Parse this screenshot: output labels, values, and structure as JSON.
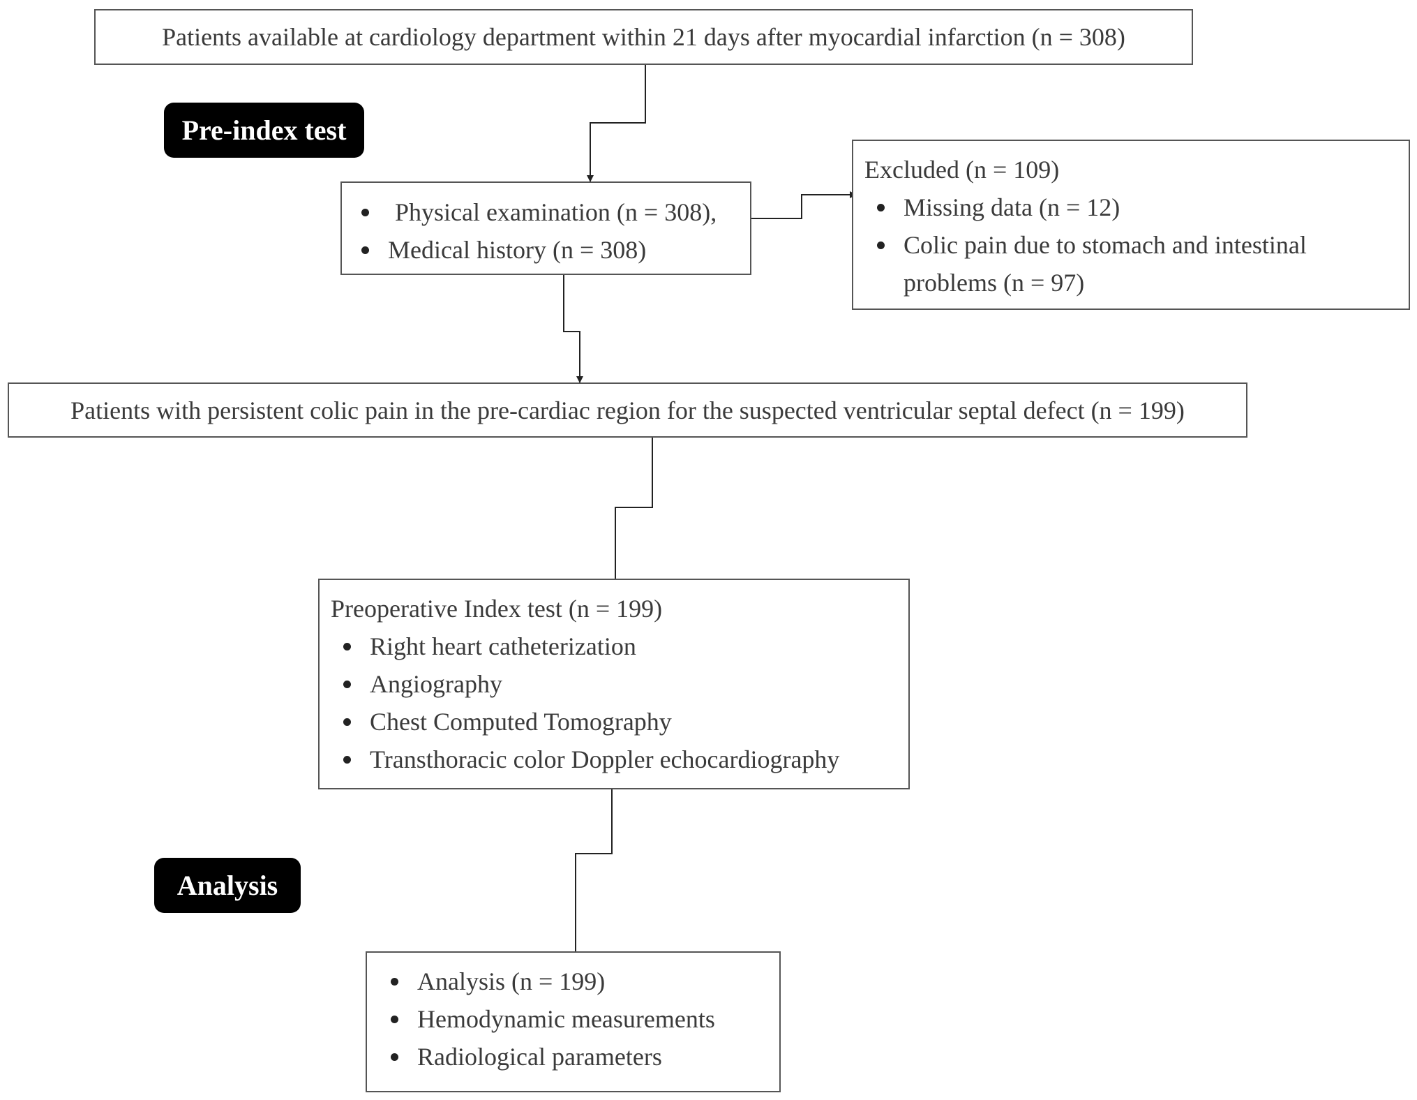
{
  "stages": {
    "pre_index": "Pre-index test",
    "analysis": "Analysis"
  },
  "boxes": {
    "available": "Patients available at cardiology department within 21 days after myocardial infarction (n = 308)",
    "examination": {
      "items": [
        "Physical examination (n = 308),",
        "Medical history (n = 308)"
      ]
    },
    "excluded": {
      "heading": "Excluded (n = 109)",
      "items": [
        "Missing data (n = 12)",
        "Colic pain due to stomach and intestinal problems (n = 97)"
      ]
    },
    "persistent_pain": "Patients with persistent colic pain in the pre-cardiac region for the suspected ventricular septal defect (n = 199)",
    "index_test": {
      "heading": "Preoperative Index test (n = 199)",
      "items": [
        "Right heart catheterization",
        "Angiography",
        "Chest Computed Tomography",
        "Transthoracic color Doppler echocardiography"
      ]
    },
    "analysis": {
      "items": [
        "Analysis (n = 199)",
        "Hemodynamic measurements",
        "Radiological parameters"
      ]
    }
  }
}
